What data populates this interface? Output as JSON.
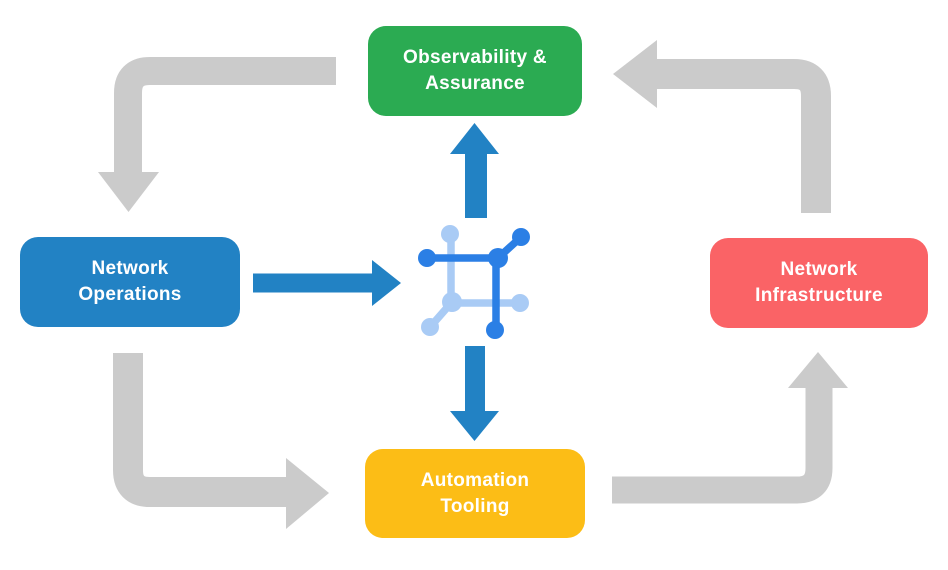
{
  "diagram": {
    "type": "flow-cycle",
    "background_color": "#ffffff",
    "nodes": {
      "observability": {
        "lines": [
          "Observability &",
          "Assurance"
        ],
        "color": "#2bab52",
        "text_color": "#ffffff"
      },
      "operations": {
        "lines": [
          "Network",
          "Operations"
        ],
        "color": "#2282c4",
        "text_color": "#ffffff"
      },
      "infrastructure": {
        "lines": [
          "Network",
          "Infrastructure"
        ],
        "color": "#fa6366",
        "text_color": "#ffffff"
      },
      "automation": {
        "lines": [
          "Automation",
          "Tooling"
        ],
        "color": "#fcbd16",
        "text_color": "#ffffff"
      }
    },
    "center_icon": {
      "name": "network-platform-icon",
      "color_dark": "#2b7fe5",
      "color_light": "#a9cbf5"
    },
    "colors": {
      "arrow_gray": "#cbcbcb",
      "arrow_blue": "#2282c4"
    },
    "flows": [
      {
        "from": "observability",
        "to": "operations",
        "style": "gray"
      },
      {
        "from": "operations",
        "to": "automation",
        "style": "gray"
      },
      {
        "from": "automation",
        "to": "infrastructure",
        "style": "gray"
      },
      {
        "from": "infrastructure",
        "to": "observability",
        "style": "gray"
      },
      {
        "from": "operations",
        "to": "center-icon",
        "style": "blue"
      },
      {
        "from": "center-icon",
        "to": "observability",
        "style": "blue"
      },
      {
        "from": "center-icon",
        "to": "automation",
        "style": "blue"
      }
    ]
  }
}
